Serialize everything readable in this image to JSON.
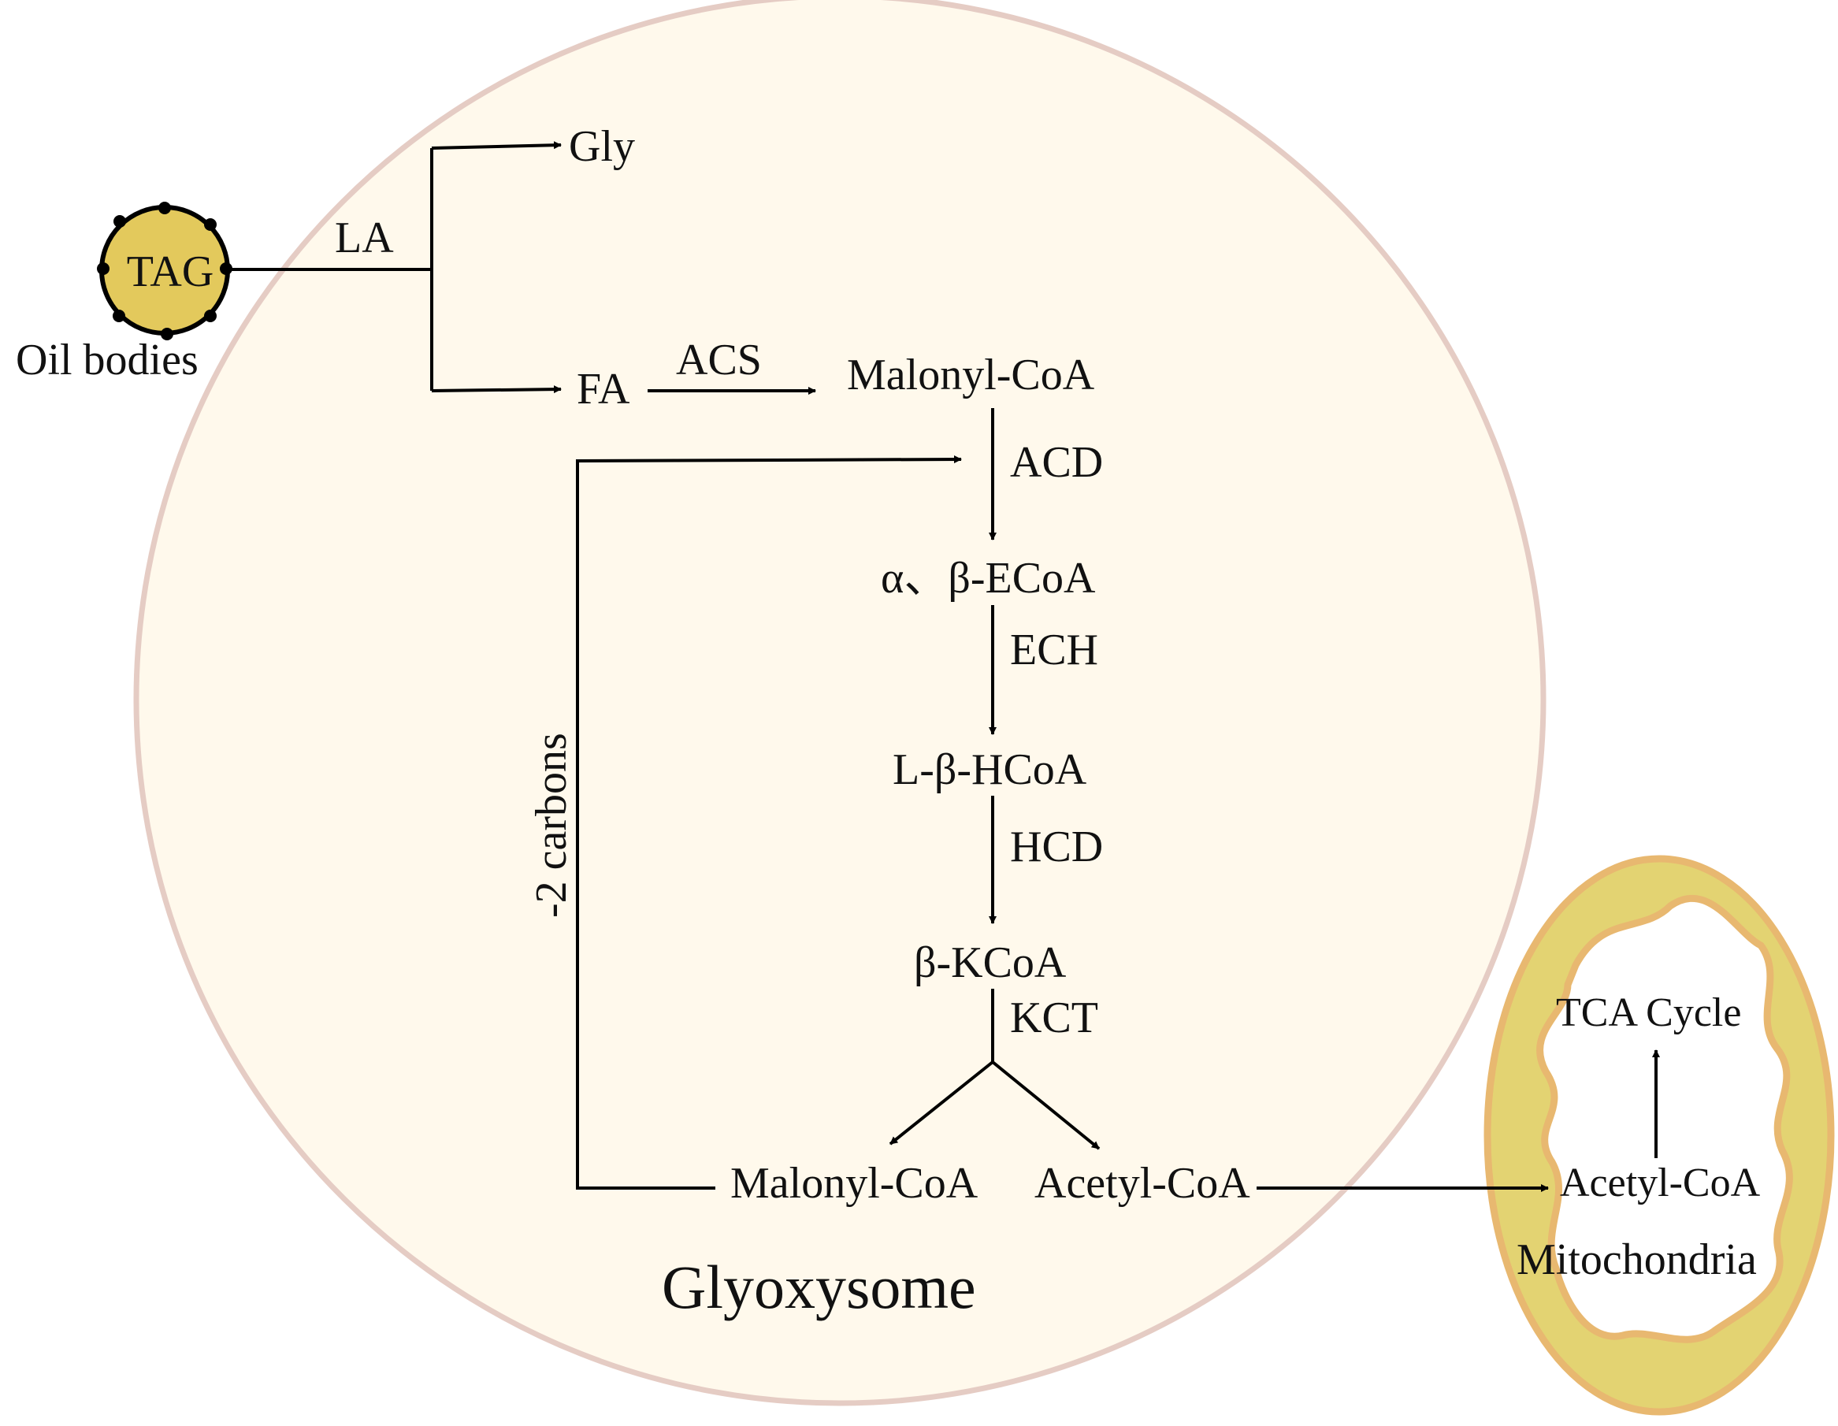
{
  "diagram": {
    "oil_body": {
      "label": "TAG",
      "caption": "Oil bodies"
    },
    "edges": {
      "la": "LA",
      "acs": "ACS",
      "acd": "ACD",
      "ech": "ECH",
      "hcd": "HCD",
      "kct": "KCT",
      "minus_two_carbons": "-2 carbons"
    },
    "nodes": {
      "gly": "Gly",
      "fa": "FA",
      "malonyl_coa_top": "Malonyl-CoA",
      "ab_ecoa": "α、β-ECoA",
      "l_b_hcoa": "L-β-HCoA",
      "b_kcoa": "β-KCoA",
      "malonyl_coa_bottom": "Malonyl-CoA",
      "acetyl_coa_glyox": "Acetyl-CoA",
      "acetyl_coa_mito": "Acetyl-CoA",
      "tca_cycle": "TCA Cycle"
    },
    "compartments": {
      "glyoxysome": "Glyoxysome",
      "mitochondria": "Mitochondria"
    },
    "colors": {
      "glyoxysome_fill": "#FFF9EC",
      "glyoxysome_stroke": "#E5CCC4",
      "oil_body_fill": "#E3C95C",
      "mito_outer": "#E3D372",
      "mito_outer_stroke": "#E8B870",
      "mito_inner": "#FFFFFF"
    }
  }
}
